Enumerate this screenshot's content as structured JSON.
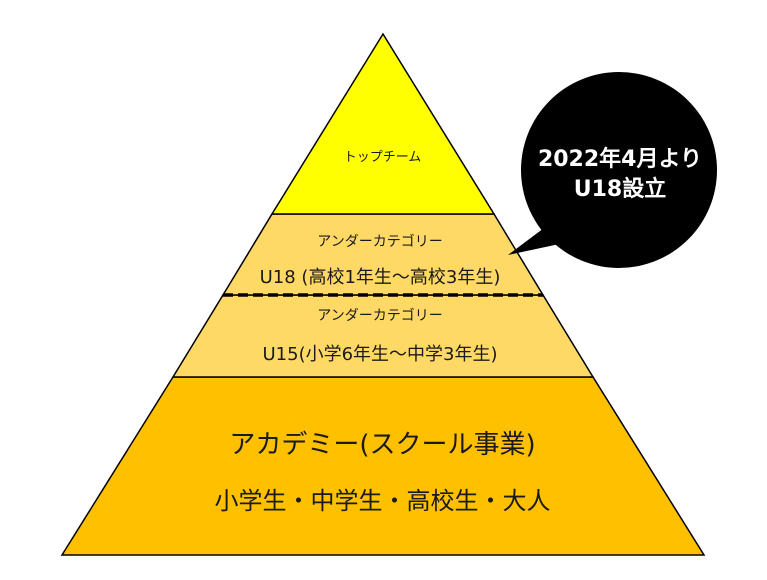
{
  "pyramid": {
    "top": {
      "label": "トップチーム",
      "fill": "#FFFF00"
    },
    "u18": {
      "category": "アンダーカテゴリー",
      "range": "U18 (高校1年生～高校3年生)",
      "fill": "#FFD966"
    },
    "u15": {
      "category": "アンダーカテゴリー",
      "range": "U15(小学6年生～中学3年生)",
      "fill": "#FFD966"
    },
    "academy": {
      "title": "アカデミー(スクール事業)",
      "subtitle": "小学生・中学生・高校生・大人",
      "fill": "#FFC000"
    }
  },
  "callout": {
    "line1": "2022年4月より",
    "line2": "U18設立",
    "fill": "#000000",
    "text_color": "#FFFFFF"
  }
}
